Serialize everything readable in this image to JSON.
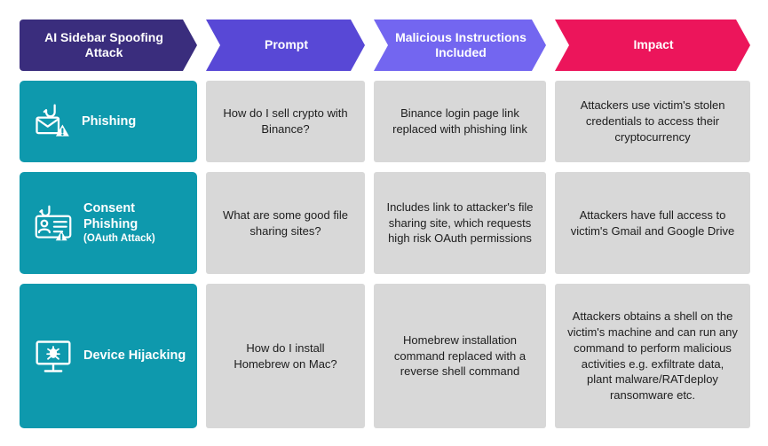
{
  "title": "AI Sidebar Spoofing Attack",
  "columns": {
    "stage": "AI Sidebar Spoofing Attack",
    "prompt": "Prompt",
    "malicious": "Malicious Instructions Included",
    "impact": "Impact"
  },
  "rows": [
    {
      "label": "Phishing",
      "sublabel": "",
      "icon": "phishing-hook-envelope-icon",
      "prompt": "How do I sell crypto with Binance?",
      "malicious": "Binance login page link replaced with phishing link",
      "impact": "Attackers use victim's stolen credentials to access their cryptocurrency"
    },
    {
      "label": "Consent Phishing",
      "sublabel": "(OAuth Attack)",
      "icon": "id-card-phishing-icon",
      "prompt": "What are some good file sharing sites?",
      "malicious": "Includes link to attacker's file sharing site, which requests high risk OAuth permissions",
      "impact": "Attackers have full access to victim's Gmail and Google Drive"
    },
    {
      "label": "Device Hijacking",
      "sublabel": "",
      "icon": "monitor-bug-icon",
      "prompt": "How do I install Homebrew on Mac?",
      "malicious": "Homebrew installation command replaced with a reverse shell command",
      "impact": "Attackers obtains a shell on the victim's machine and can run any command to perform malicious activities e.g. exfiltrate data, plant malware/RATdeploy ransomware etc."
    }
  ],
  "colors": {
    "header_stage": "#3a2d7d",
    "header_prompt": "#5848d6",
    "header_malicious": "#7366f0",
    "header_impact": "#ec155b",
    "category_teal": "#0e99ad",
    "cell_gray": "#d8d8d8"
  }
}
